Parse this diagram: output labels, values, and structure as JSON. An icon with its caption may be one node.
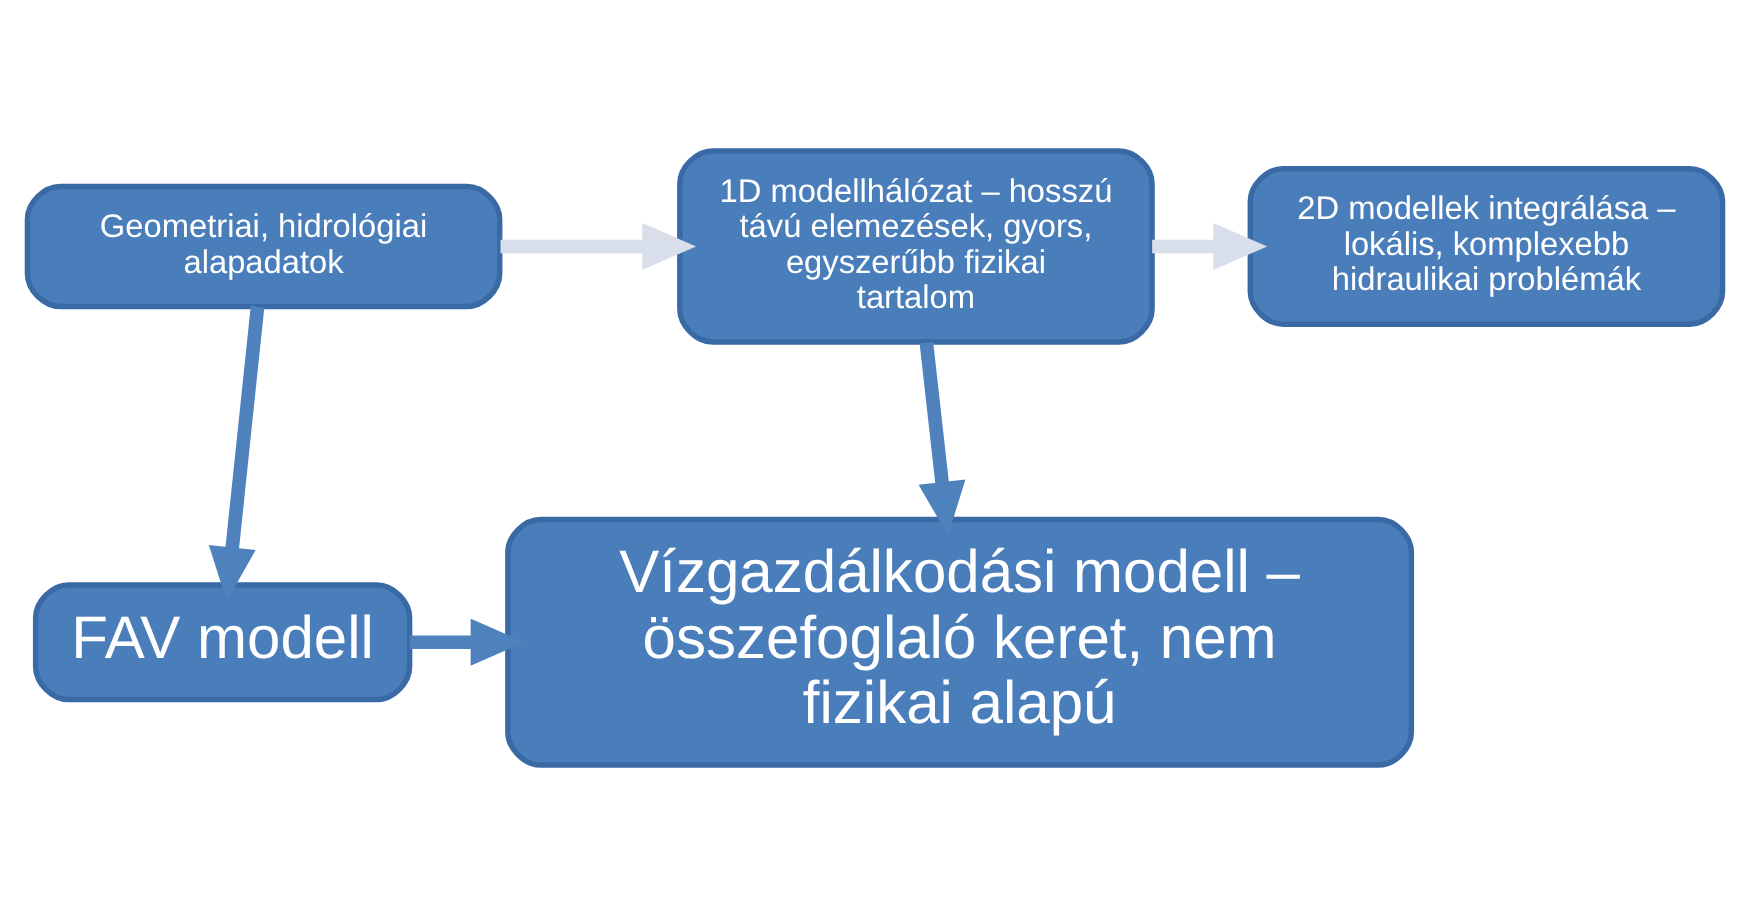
{
  "diagram": {
    "nodes": [
      {
        "text": [
          "Geometriai, hidrológiai alapadatok"
        ]
      },
      {
        "text": [
          "1D modellhálózat – hosszú távú elemezések, gyors, egyszerűbb fizikai tartalom"
        ]
      },
      {
        "text": [
          "2D modellek integrálása – lokális, komplexebb hidraulikai problémák"
        ]
      },
      {
        "text": [
          "FAV modell"
        ]
      },
      {
        "text": [
          "Vízgazdálkodási modell – összefoglaló keret, nem fizikai alapú"
        ]
      }
    ],
    "edges": [
      {
        "from": 0,
        "to": 1,
        "arrow": "to",
        "color": "#d9dfea"
      },
      {
        "from": 1,
        "to": 2,
        "arrow": "to",
        "color": "#d9dfea"
      },
      {
        "from": 0,
        "to": 3,
        "arrow": "to"
      },
      {
        "from": 1,
        "to": 4,
        "arrow": "to"
      },
      {
        "from": 3,
        "to": 4,
        "arrow": "to"
      }
    ]
  }
}
